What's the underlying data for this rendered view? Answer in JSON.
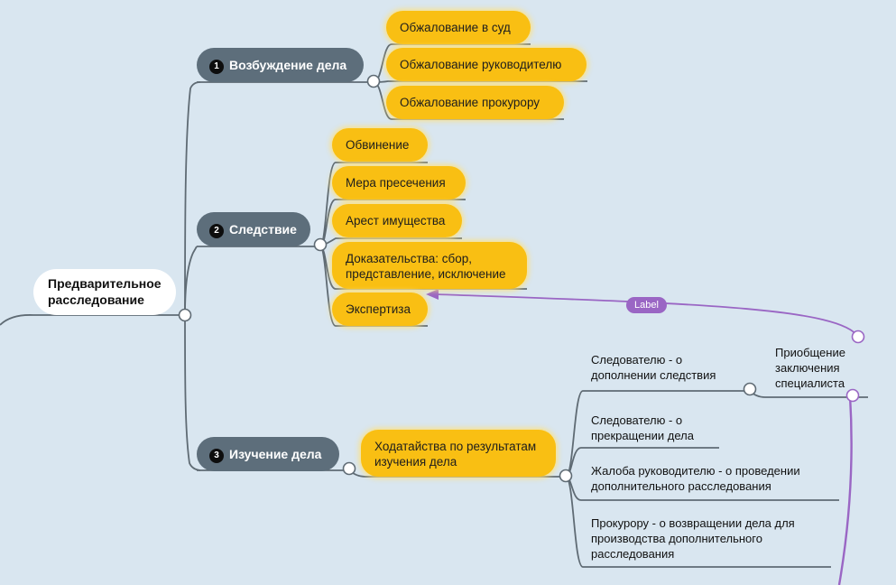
{
  "root": {
    "text": "Предварительное\nрасследование"
  },
  "branches": [
    {
      "num": "1",
      "label": "Возбуждение дела",
      "items": [
        "Обжалование в суд",
        "Обжалование руководителю",
        "Обжалование прокурору"
      ]
    },
    {
      "num": "2",
      "label": "Следствие",
      "items": [
        "Обвинение",
        "Мера пресечения",
        "Арест имущества",
        "Доказательства: сбор,\nпредставление, исключение",
        "Экспертиза"
      ]
    },
    {
      "num": "3",
      "label": "Изучение дела",
      "items": [
        "Ходатайства по результатам\nизучения дела"
      ]
    }
  ],
  "petitions": [
    "Следователю - о\nдополнении следствия",
    "Следователю - о\nпрекращении дела",
    "Жалоба руководителю - о проведении\nдополнительного расследования",
    "Прокурору - о возвращении дела для\nпроизводства дополнительного\nрасследования"
  ],
  "subnote": "Приобщение\nзаключения\nспециалиста",
  "relation": {
    "label": "Label",
    "color": "#9a66c4"
  },
  "colors": {
    "background": "#d9e6f0",
    "branch": "#5d6e7b",
    "pill": "#f9bf13",
    "line": "#5f6b74"
  }
}
